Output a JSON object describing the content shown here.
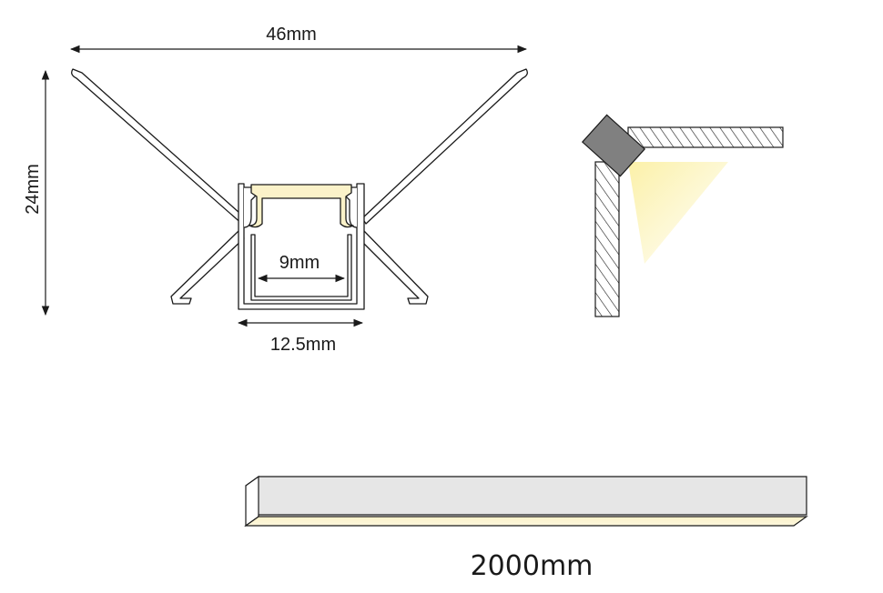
{
  "dimensions": {
    "width_label": "46mm",
    "height_label": "24mm",
    "inner_width_label": "9mm",
    "outer_width_label": "12.5mm",
    "length_label": "2000mm"
  },
  "colors": {
    "outline": "#1a1a1a",
    "led_strip": "#fbf2c9",
    "light_glow": "#fbef9f",
    "corner_block": "#808080",
    "profile_body": "#ffffff",
    "profile_face": "#e6e6e6"
  }
}
